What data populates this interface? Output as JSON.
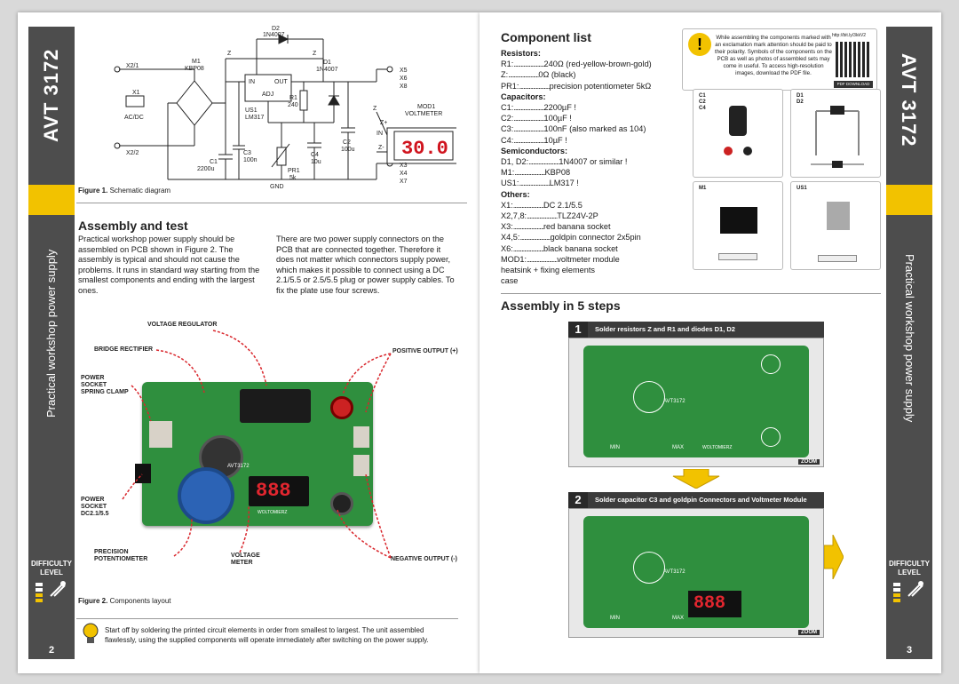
{
  "left": {
    "side_code": "AVT 3172",
    "side_title": "Practical workshop power supply",
    "difficulty": [
      "DIFFICULTY",
      "LEVEL"
    ],
    "page_number": "2",
    "schematic": {
      "labels": {
        "x2_1": "X2/1",
        "x1": "X1",
        "acdc": "AC/DC",
        "x2_2": "X2/2",
        "m1": "M1",
        "kbp08": "KBP08",
        "c1": "C1",
        "c1_val": "2200u",
        "d2": "D2",
        "d2_val": "1N4007",
        "z1": "Z",
        "z2": "Z",
        "in": "IN",
        "out": "OUT",
        "adj": "ADJ",
        "us1": "US1",
        "lm317": "LM317",
        "c3": "C3",
        "c3_val": "100n",
        "r1": "R1",
        "r1_val": "240",
        "pr1": "PR1",
        "pr1_val": "5k",
        "c4": "C4",
        "c4_val": "10u",
        "d1": "D1",
        "d1_val": "1N4007",
        "c2": "C2",
        "c2_val": "100u",
        "gnd": "GND",
        "x5": "X5",
        "x6": "X6",
        "x8": "X8",
        "x3": "X3",
        "x4": "X4",
        "x7": "X7",
        "mod1": "MOD1",
        "voltmeter": "VOLTMETER",
        "zin": "Z",
        "zplus": "Z+",
        "in2": "IN",
        "zminus": "Z-",
        "display": "30.0"
      }
    },
    "fig1_caption_bold": "Figure 1.",
    "fig1_caption": "Schematic diagram",
    "assembly_heading": "Assembly and test",
    "assembly_col1": "Practical workshop power supply should be assembled on PCB shown in Figure 2. The assembly is typical and should not cause the problems. It runs in standard way starting from the smallest components and ending with the largest ones.",
    "assembly_col2": "There are two power supply connectors on the PCB that are connected together. Therefore it does not matter which connectors supply power, which makes it possible to connect using a DC 2.1/5.5 or 2.5/5.5 plug or power supply cables. To fix the plate use four screws.",
    "callouts": {
      "voltage_regulator": "VOLTAGE REGULATOR",
      "bridge_rectifier": "BRIDGE RECTIFIER",
      "power_socket_clamp": "POWER\nSOCKET\nSPRING CLAMP",
      "positive_output": "POSITIVE OUTPUT (+)",
      "power_socket_dc": "POWER\nSOCKET\nDC2.1/5.5",
      "precision_pot": "PRECISION\nPOTENTIOMETER",
      "voltage_meter": "VOLTAGE\nMETER",
      "negative_output": "NEGATIVE OUTPUT (-)"
    },
    "pcb": {
      "silk": "AVT3172",
      "display": "888",
      "brand": "WOLTOMIERZ"
    },
    "fig2_caption_bold": "Figure 2.",
    "fig2_caption": "Components layout",
    "tip": "Start off by soldering the printed circuit elements in order from smallest to largest. The unit assembled flawlessly, using the supplied components will operate immediately after switching on the power supply."
  },
  "right": {
    "side_code": "AVT 3172",
    "side_title": "Practical workshop power supply",
    "difficulty": [
      "DIFFICULTY",
      "LEVEL"
    ],
    "page_number": "3",
    "component_heading": "Component list",
    "sections": [
      {
        "title": "Resistors:",
        "rows": [
          [
            "R1:",
            "240Ω (red-yellow-brown-gold)"
          ],
          [
            "Z:",
            "0Ω    (black)"
          ],
          [
            "PR1:",
            "precision potentiometer 5kΩ"
          ]
        ]
      },
      {
        "title": "Capacitors:",
        "rows": [
          [
            "C1:",
            "2200µF !"
          ],
          [
            "C2:",
            "100µF !"
          ],
          [
            "C3:",
            "100nF (also marked as 104)"
          ],
          [
            "C4:",
            "10µF !"
          ]
        ]
      },
      {
        "title": "Semiconductors:",
        "rows": [
          [
            "D1, D2:",
            "1N4007 or similar !"
          ],
          [
            "M1:",
            "KBP08"
          ],
          [
            "US1:",
            "LM317 !"
          ]
        ]
      },
      {
        "title": "Others:",
        "rows": [
          [
            "X1:",
            "DC 2.1/5.5"
          ],
          [
            "X2,7,8:",
            "TLZ24V-2P"
          ],
          [
            "X3:",
            "red banana socket"
          ],
          [
            "X4,5:",
            "goldpin connector 2x5pin"
          ],
          [
            "X6:",
            "black banana socket"
          ],
          [
            "MOD1:",
            "voltmeter module"
          ]
        ]
      }
    ],
    "extra_rows": [
      "heatsink + fixing elements",
      "case"
    ],
    "note": "While assembling the components marked with an exclamation mark attention should be paid to their polarity. Symbols of the components on the PCB as well as photos of assembled sets may come in useful. To access high-resolution images, download the PDF file.",
    "qr_url": "http://bit.ly/3kkV2",
    "pdf_download": "PDF DOWNLOAD",
    "tiles": {
      "t1": [
        "C1",
        "C2",
        "C4"
      ],
      "t2": [
        "D1",
        "D2"
      ],
      "t3": [
        "M1"
      ],
      "t4": [
        "US1"
      ]
    },
    "steps_heading": "Assembly in 5 steps",
    "steps": [
      {
        "num": "1",
        "text": "Solder resistors Z and R1 and diodes D1, D2"
      },
      {
        "num": "2",
        "text": "Solder capacitor C3 and goldpin Connectors and Voltmeter Module"
      }
    ],
    "zoom": "ZOOM",
    "pcb_silk": "AVT3172",
    "pcb_brand": "WOLTOMIERZ",
    "pcb_min": "MIN",
    "pcb_max": "MAX",
    "pcb_display": "888"
  }
}
